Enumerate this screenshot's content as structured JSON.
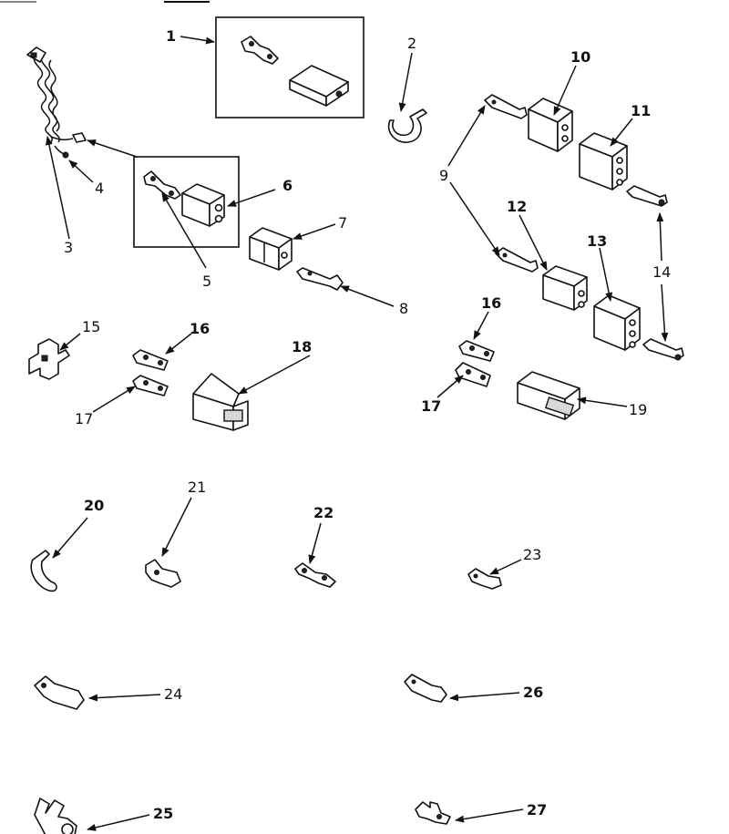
{
  "callouts": {
    "c1": "1",
    "c2": "2",
    "c3": "3",
    "c4": "4",
    "c5": "5",
    "c6": "6",
    "c7": "7",
    "c8": "8",
    "c9": "9",
    "c10": "10",
    "c11": "11",
    "c12": "12",
    "c13": "13",
    "c14": "14",
    "c15": "15",
    "c16a": "16",
    "c16b": "16",
    "c17a": "17",
    "c17b": "17",
    "c18": "18",
    "c19": "19",
    "c20": "20",
    "c21": "21",
    "c22": "22",
    "c23": "23",
    "c24": "24",
    "c25": "25",
    "c26": "26",
    "c27": "27"
  }
}
